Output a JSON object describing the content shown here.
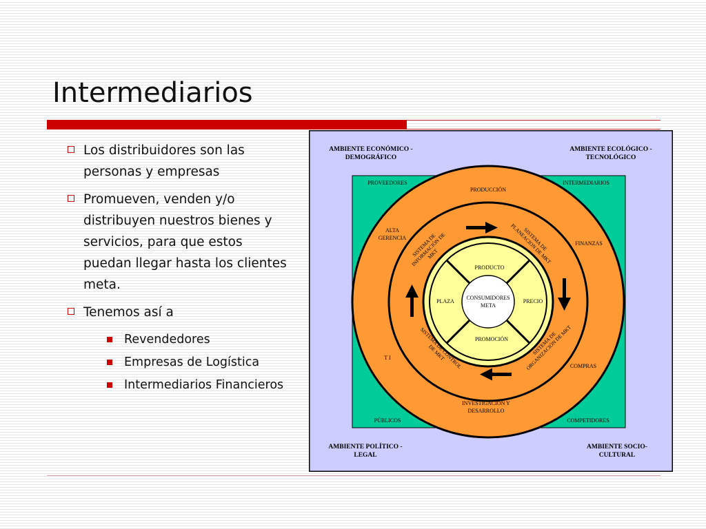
{
  "slide": {
    "title": "Intermediarios"
  },
  "bullets": [
    {
      "text": "Los distribuidores son las personas y empresas"
    },
    {
      "text": "Promueven, venden y/o distribuyen nuestros bienes y servicios, para que estos puedan llegar hasta los clientes meta."
    },
    {
      "text": "Tenemos así a"
    }
  ],
  "subbullets": [
    {
      "text": "Revendedores"
    },
    {
      "text": "Empresas de Logística"
    },
    {
      "text": "Intermediarios Financieros"
    }
  ],
  "diagram": {
    "corners": {
      "top_left": [
        "AMBIENTE ECONÓMICO -",
        "DEMOGRÁFICO"
      ],
      "top_right": [
        "AMBIENTE ECOLÓGICO -",
        "TECNOLÓGICO"
      ],
      "bottom_left": [
        "AMBIENTE POLÍTICO -",
        "LEGAL"
      ],
      "bottom_right": [
        "AMBIENTE SOCIO-",
        "CULTURAL"
      ]
    },
    "square_labels": {
      "proveedores": "PROVEEDORES",
      "intermediarios": "INTERMEDIARIOS",
      "publicos": "PÚBLICOS",
      "competidores": "COMPETIDORES"
    },
    "outer_ring": {
      "produccion": "PRODUCCIÓN",
      "alta_gerencia": [
        "ALTA",
        "GERENCIA"
      ],
      "finanzas": "FINANZAS",
      "ti": "T I",
      "compras": "COMPRAS",
      "investigacion": [
        "INVESTIGACIÓN Y",
        "DESARROLLO"
      ]
    },
    "middle_ring": {
      "informacion": [
        "SISTEMA DE",
        "INFORMACIÓN DE",
        "MKT"
      ],
      "planeacion": [
        "SISTEMA DE",
        "PLANEACION DE MKT"
      ],
      "control": [
        "SISTEMA DE CONTROL",
        "DE MKT"
      ],
      "organizacion": [
        "SISTEMA DE",
        "ORGANIZACIÓN DE MKT"
      ]
    },
    "inner": {
      "producto": "PRODUCTO",
      "plaza": "PLAZA",
      "precio": "PRECIO",
      "promocion": "PROMOCIÓN",
      "center": [
        "CONSUMIDORES",
        "META"
      ]
    },
    "colors": {
      "outer_box": "#ccccff",
      "square": "#00cc99",
      "orange": "#ff9933",
      "inner": "#ffff99",
      "stroke": "#000000"
    }
  }
}
